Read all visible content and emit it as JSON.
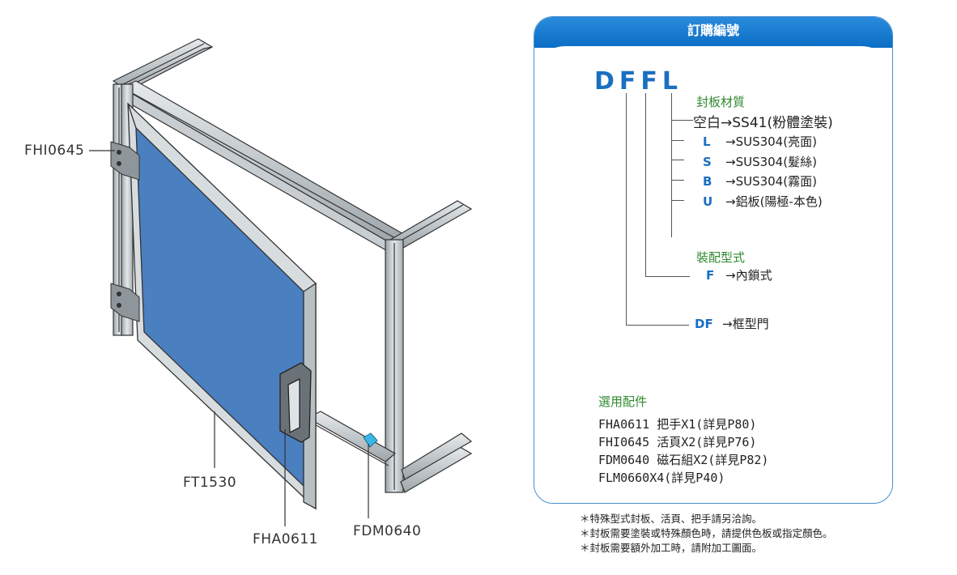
{
  "illustration": {
    "labels": {
      "hinge": "FHI0645",
      "panel": "FT1530",
      "handle": "FHA0611",
      "magnet": "FDM0640"
    }
  },
  "order_panel": {
    "title": "訂購編號",
    "model_code": "DFFL",
    "material": {
      "heading": "封板材質",
      "options": [
        {
          "code": "空白",
          "desc": "→SS41(粉體塗裝)"
        },
        {
          "code": "L",
          "desc": "→SUS304(亮面)"
        },
        {
          "code": "S",
          "desc": "→SUS304(髮絲)"
        },
        {
          "code": "B",
          "desc": "→SUS304(霧面)"
        },
        {
          "code": "U",
          "desc": "→鋁板(陽極-本色)"
        }
      ]
    },
    "assembly": {
      "heading": "裝配型式",
      "options": [
        {
          "code": "F",
          "desc": "→內鎖式"
        }
      ]
    },
    "frame": {
      "code": "DF",
      "desc": "→框型門"
    },
    "accessories": {
      "heading": "選用配件",
      "items": [
        "FHA0611 把手X1(詳見P80)",
        "FHI0645 活頁X2(詳見P76)",
        "FDM0640 磁石組X2(詳見P82)",
        "FLM0660X4(詳見P40)"
      ]
    }
  },
  "notes": [
    "＊特殊型式封板、活頁、把手請另洽詢。",
    "＊封板需要塗裝或特殊顏色時，請提供色板或指定顏色。",
    "＊封板需要額外加工時，請附加工圖面。"
  ],
  "colors": {
    "accent": "#1a6fc0",
    "panel_blue": "#4a7fc0",
    "heading_green": "#2f8a2f"
  }
}
